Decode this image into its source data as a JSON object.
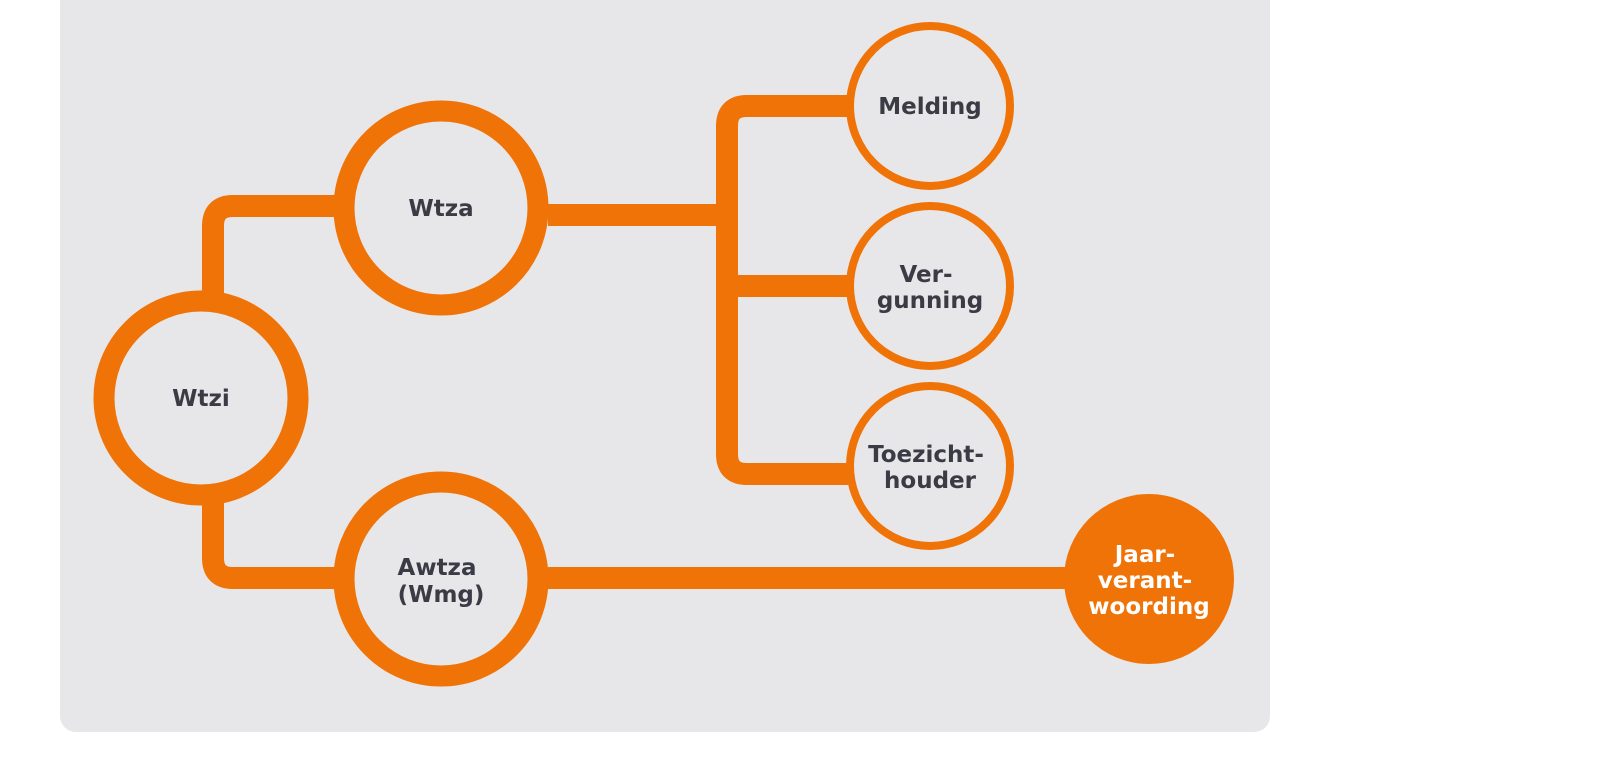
{
  "colors": {
    "panel": "#e7e6e8",
    "accent": "#ef7306",
    "node_fill": "#e7e6e8",
    "text_dark": "#3b3b45",
    "text_light": "#ffffff"
  },
  "nodes": {
    "wtzi": {
      "lines": [
        "Wtzi"
      ]
    },
    "wtza": {
      "lines": [
        "Wtza"
      ]
    },
    "awtza": {
      "lines": [
        "Awtza",
        "(Wmg)"
      ]
    },
    "melding": {
      "lines": [
        "Melding"
      ]
    },
    "vergunning": {
      "lines": [
        "Ver-",
        "gunning"
      ]
    },
    "toezichthouder": {
      "lines": [
        "Toezicht-",
        "houder"
      ]
    },
    "jaarverantwoording": {
      "lines": [
        "Jaar-",
        "verant-",
        "woording"
      ]
    }
  }
}
